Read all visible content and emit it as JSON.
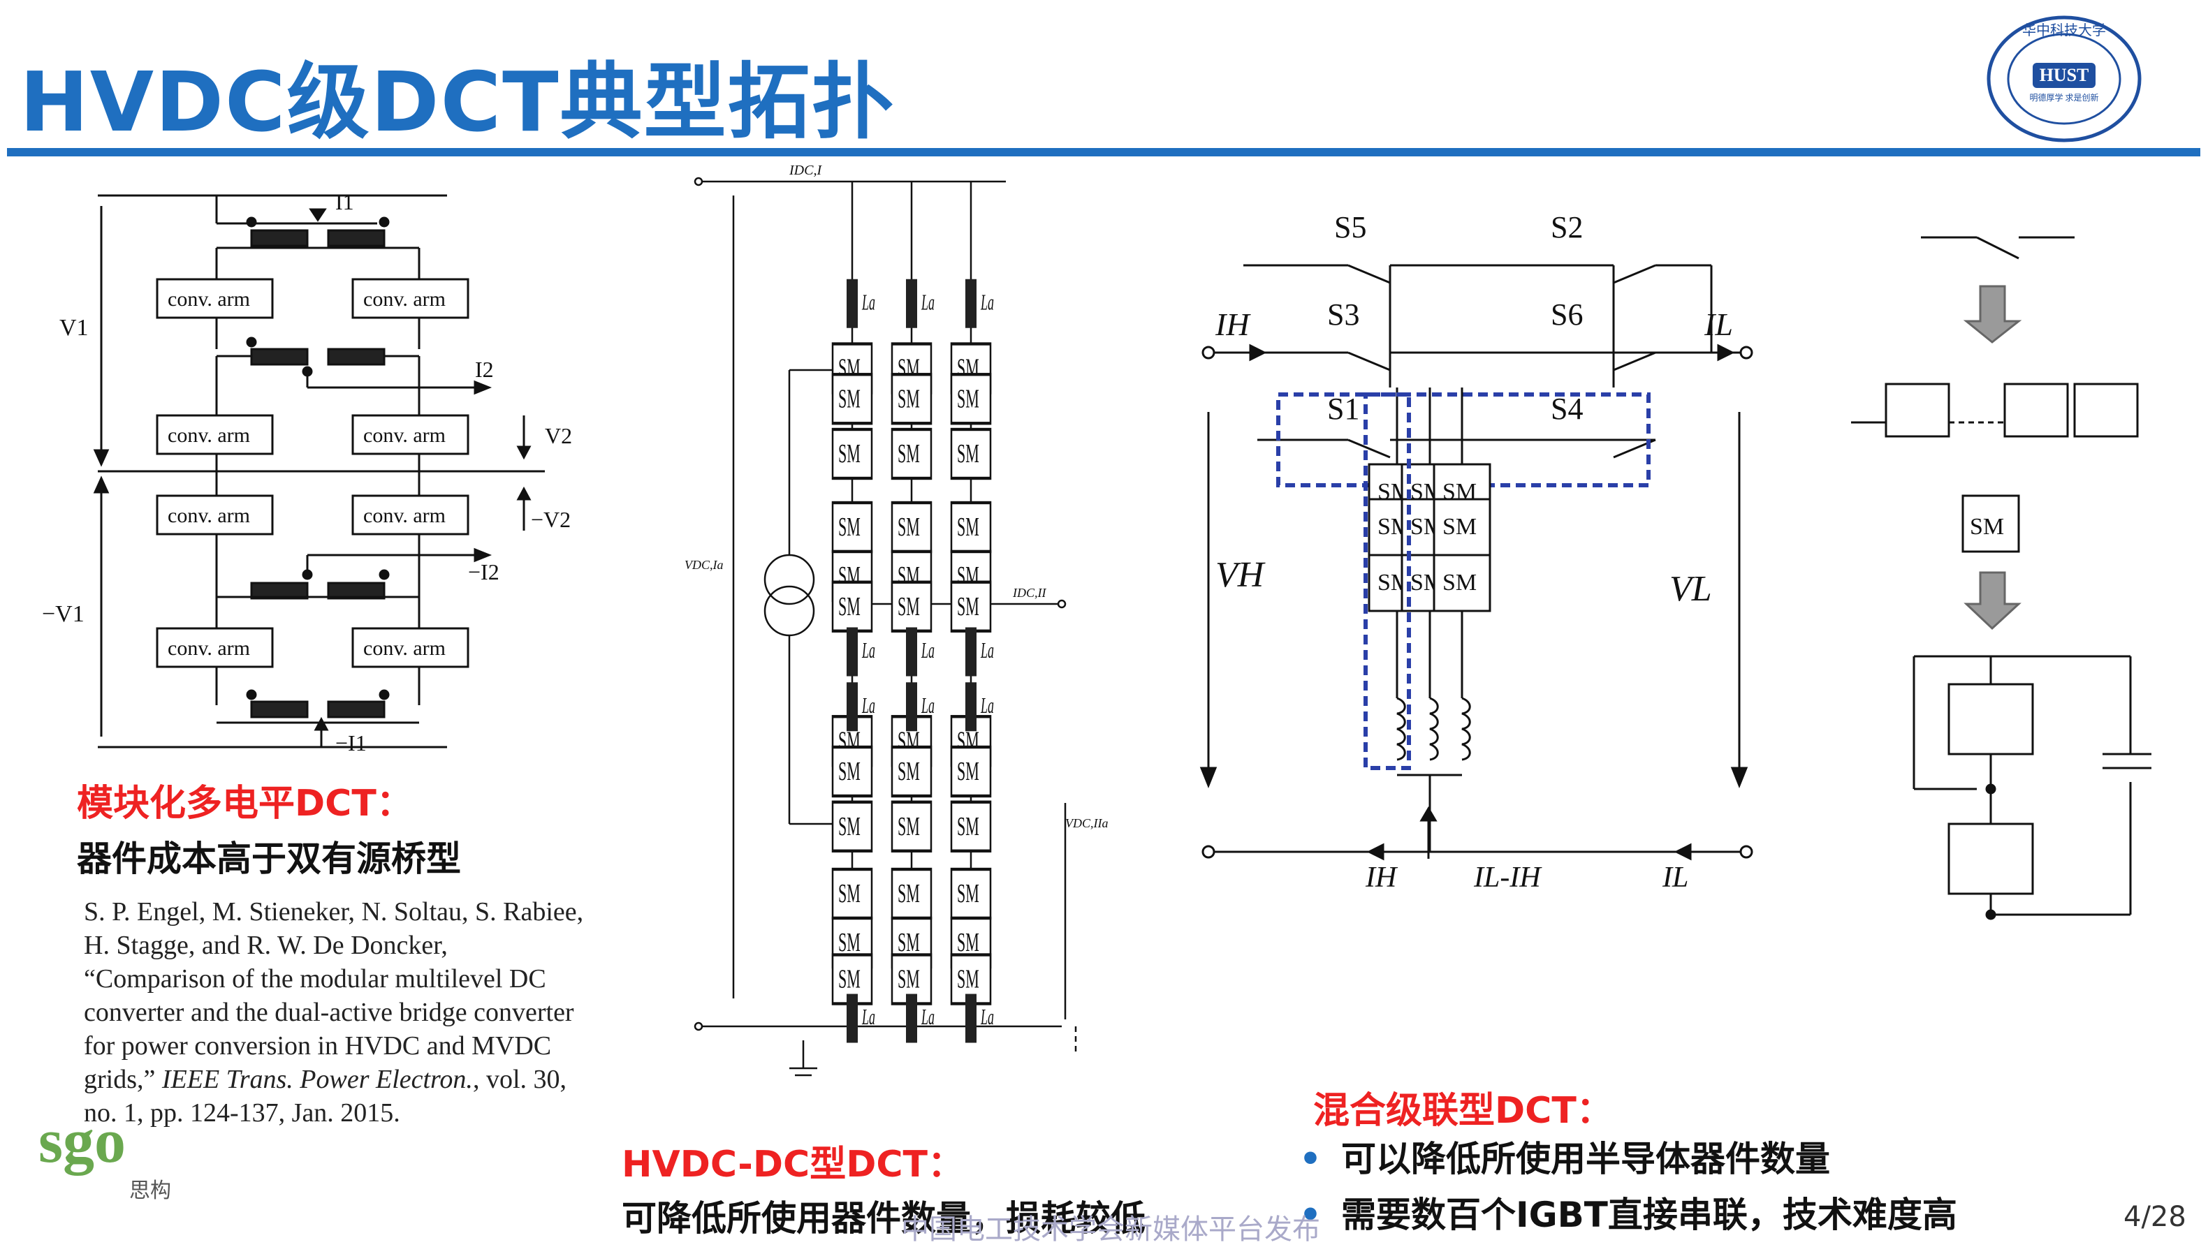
{
  "header": {
    "title": "HVDC级DCT典型拓扑",
    "logo_text": "HUST",
    "logo_ring_text": "华中科技大学",
    "logo_motto": "明德厚学 求是创新"
  },
  "diagram1": {
    "labels": {
      "i1": "I1",
      "i2": "I2",
      "v1": "V1",
      "v2": "V2",
      "neg_v1": "−V1",
      "neg_v2": "−V2",
      "neg_i2": "−I2",
      "neg_i1": "−I1",
      "arm": "conv. arm"
    }
  },
  "diagram2": {
    "labels": {
      "idc1": "IDC,I",
      "idc2": "IDC,II",
      "vdc1": "VDC,Ia",
      "vdc2": "VDC,IIa",
      "la": "La",
      "sm": "SM"
    }
  },
  "diagram3": {
    "labels": {
      "s5": "S5",
      "s2": "S2",
      "s3": "S3",
      "s6": "S6",
      "s1": "S1",
      "s4": "S4",
      "ih": "IH",
      "il": "IL",
      "vh": "VH",
      "vl": "VL",
      "ih_bot": "IH",
      "il_minus_ih": "IL-IH",
      "il_bot": "IL",
      "sm": "SM"
    }
  },
  "diagram4": {
    "labels": {
      "sm": "SM"
    }
  },
  "captions": {
    "mmc_title": "模块化多电平DCT：",
    "mmc_desc": "器件成本高于双有源桥型",
    "ref_line1": "S. P. Engel, M. Stieneker, N. Soltau, S. Rabiee,",
    "ref_line2": "H. Stagge, and R. W. De Doncker,",
    "ref_line3": "“Comparison of the modular multilevel DC",
    "ref_line4": "converter and the dual-active bridge converter",
    "ref_line5": "for power conversion in HVDC and MVDC",
    "ref_line6a": "grids,” ",
    "ref_line6b": "IEEE Trans. Power Electron.",
    "ref_line6c": ", vol. 30,",
    "ref_line7": "no. 1, pp. 124-137, Jan. 2015.",
    "hvdc_title": "HVDC-DC型DCT：",
    "hvdc_desc": "可降低所使用器件数量，损耗较低",
    "hybrid_title": "混合级联型DCT：",
    "hybrid_b1": "可以降低所使用半导体器件数量",
    "hybrid_b2": "需要数百个IGBT直接串联，技术难度高",
    "bullet": "•"
  },
  "footer": {
    "page": "4/28",
    "watermark": "中国电工技术学会新媒体平台发布",
    "sgo": "sgo",
    "sgo_sub": "思构"
  },
  "colors": {
    "accent": "#1f6fc0",
    "red": "#e22222",
    "dashed_box": "#2a3fa8"
  }
}
